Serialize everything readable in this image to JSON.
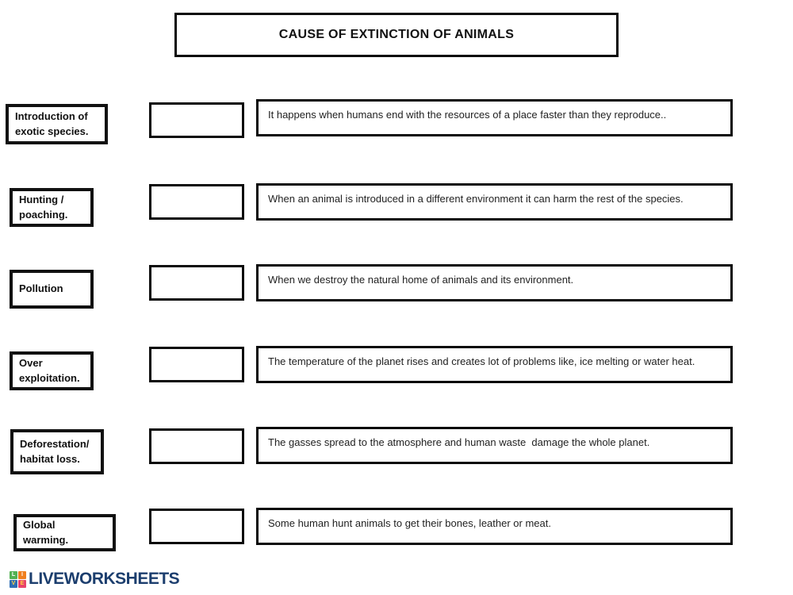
{
  "title": "CAUSE OF EXTINCTION OF ANIMALS",
  "rows": [
    {
      "label": "Introduction of\nexotic species.",
      "answer": "",
      "description": "It happens when humans end with the resources of a place faster than they reproduce.."
    },
    {
      "label": "Hunting /\npoaching.",
      "answer": "",
      "description": "When an animal is introduced in a different environment it can harm the rest of the species."
    },
    {
      "label": "Pollution",
      "answer": "",
      "description": "When we destroy the natural home of animals and its environment."
    },
    {
      "label": "Over\nexploitation.",
      "answer": "",
      "description": "The temperature of the planet rises and creates lot of problems like, ice melting or water heat."
    },
    {
      "label": "Deforestation/\nhabitat loss.",
      "answer": "",
      "description": "The gasses spread to the atmosphere and human waste  damage the whole planet."
    },
    {
      "label": "Global\nwarming.",
      "answer": "",
      "description": "Some human hunt animals to get their bones, leather or meat."
    }
  ],
  "footer": {
    "logo_text": "LIVEWORKSHEETS",
    "logo_text_color": "#1c3e6e",
    "logo_squares": [
      {
        "letter": "L",
        "color": "#52b153"
      },
      {
        "letter": "I",
        "color": "#f07f1e"
      },
      {
        "letter": "V",
        "color": "#2e6db4"
      },
      {
        "letter": "E",
        "color": "#e8436a"
      }
    ]
  }
}
